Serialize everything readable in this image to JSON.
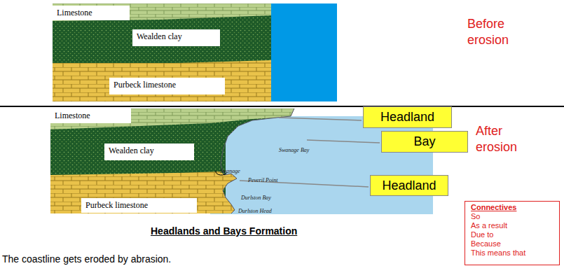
{
  "diagram": {
    "title": "Headlands and Bays Formation",
    "nodes": [
      {
        "text": [
          "Limestone"
        ]
      },
      {
        "text": [
          "Wealden clay"
        ]
      },
      {
        "text": [
          "Purbeck limestone"
        ]
      },
      {
        "text": [
          "Limestone"
        ]
      },
      {
        "text": [
          "Headland"
        ]
      },
      {
        "text": [
          "Bay"
        ]
      },
      {
        "text": [
          "Wealden clay"
        ]
      },
      {
        "text": [
          "Headland"
        ]
      },
      {
        "text": [
          "Purbeck limestone"
        ]
      },
      {
        "text": [
          "Connectives",
          "So",
          "As a result",
          "Due to",
          "Because",
          "This means that"
        ]
      }
    ],
    "labels": [
      "Before erosion",
      "After erosion",
      "Swanage Bay",
      "Swanage",
      "Peveril Point",
      "Durlston Bay",
      "Durlston Head",
      "The coastline gets eroded by abrasion."
    ]
  }
}
